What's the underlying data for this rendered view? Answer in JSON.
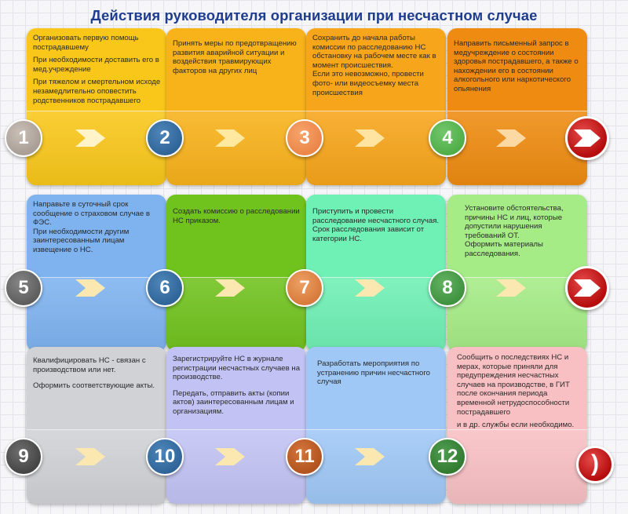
{
  "title": "Действия руководителя организации при несчастном случае",
  "colors": {
    "title": "#1f3d8f",
    "card_yellow": "#f9c71a",
    "card_orange": "#f7a51a",
    "card_dark_orange": "#ee8b10",
    "card_blue": "#7eb3f0",
    "card_green": "#70c21d",
    "card_mint": "#6ff0b4",
    "card_light_green": "#a5ec86",
    "card_grey": "#d0d2d6",
    "card_lavender": "#c2c3f4",
    "card_light_blue": "#9fc8f6",
    "card_pink": "#f8c0c3",
    "end_red": "#c41616"
  },
  "steps": [
    {
      "number": "1",
      "texts": [
        "Организовать первую помощь пострадавшему",
        "При необходимости доставить его в мед.учреждение",
        "При тяжелом и смертельном исходе незамедлительно оповестить родственников пострадавшего"
      ]
    },
    {
      "number": "2",
      "texts": [
        "Принять меры по предотвращению развития аварийной ситуации и воздействия травмирующих факторов на других лиц"
      ]
    },
    {
      "number": "3",
      "texts": [
        "Сохранить до начала работы комиссии по расследованию НС обстановку на рабочем месте как в момент происшествия.",
        "Если это невозможно, провести фото- или видеосъемку места происшествия"
      ]
    },
    {
      "number": "4",
      "texts": [
        "Направить письменный запрос в медучреждение о состоянии здоровья пострадавшего, а также о нахождении его в состоянии алкогольного или наркотического опьянения"
      ]
    },
    {
      "number": "5",
      "texts": [
        "Направьте в суточный срок сообщение о страховом случае в ФЭС.",
        "При необходимости другим заинтересованным лицам извещение о НС."
      ]
    },
    {
      "number": "6",
      "texts": [
        "Создать комиссию о расследовании НС приказом."
      ]
    },
    {
      "number": "7",
      "texts": [
        "Приступить и провести расследование несчастного случая.",
        "Срок расследования зависит от категории НС."
      ]
    },
    {
      "number": "8",
      "texts": [
        "Установите обстоятельства, причины НС и лиц, которые допустили нарушения требований ОТ.",
        "Оформить материалы расследования."
      ]
    },
    {
      "number": "9",
      "texts": [
        "Квалифицировать НС - связан с производством или нет.",
        "Оформить соответствующие акты."
      ]
    },
    {
      "number": "10",
      "texts": [
        "Зарегистрируйте НС в журнале регистрации несчастных случаев на производстве.",
        "Передать, отправить акты (копии актов) заинтересованным лицам и организациям."
      ]
    },
    {
      "number": "11",
      "texts": [
        "Разработать мероприятия по устранению причин несчастного случая"
      ]
    },
    {
      "number": "12",
      "texts": [
        "Сообщить о последствиях НС и мерах, которые приняли для предупреждения несчастных случаев на производстве, в ГИТ после окончания периода временной нетрудоспособности пострадавшего",
        "и в др. службы если необходимо."
      ]
    }
  ],
  "end_symbol": ")"
}
